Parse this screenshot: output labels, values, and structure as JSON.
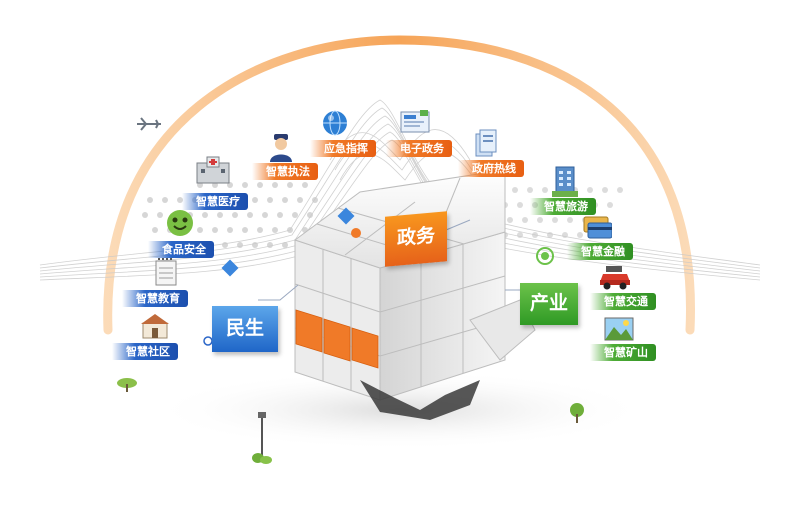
{
  "categories": {
    "government": "政务",
    "livelihood": "民生",
    "industry": "产业"
  },
  "tags": {
    "smart_law_enforcement": "智慧执法",
    "emergency_command": "应急指挥",
    "e_government": "电子政务",
    "government_hotline": "政府热线",
    "smart_healthcare": "智慧医疗",
    "food_safety": "食品安全",
    "smart_education": "智慧教育",
    "smart_community": "智慧社区",
    "smart_tourism": "智慧旅游",
    "smart_finance": "智慧金融",
    "smart_transport": "智慧交通",
    "smart_mining": "智慧矿山"
  },
  "colors": {
    "government": "#f07a28",
    "livelihood": "#2b66c8",
    "industry": "#4eac36",
    "arc": "#f5a55a",
    "cube_face": "#f2f2f2",
    "cube_accent": "#f07a28"
  },
  "icons": [
    "police-officer-icon",
    "globe-icon",
    "document-monitor-icon",
    "hotline-documents-icon",
    "hospital-icon",
    "smiley-icon",
    "notepad-icon",
    "house-icon",
    "building-icon",
    "bank-card-icon",
    "car-icon",
    "mountain-photo-icon",
    "airplane-icon",
    "tree-icon",
    "lamp-post-icon"
  ]
}
